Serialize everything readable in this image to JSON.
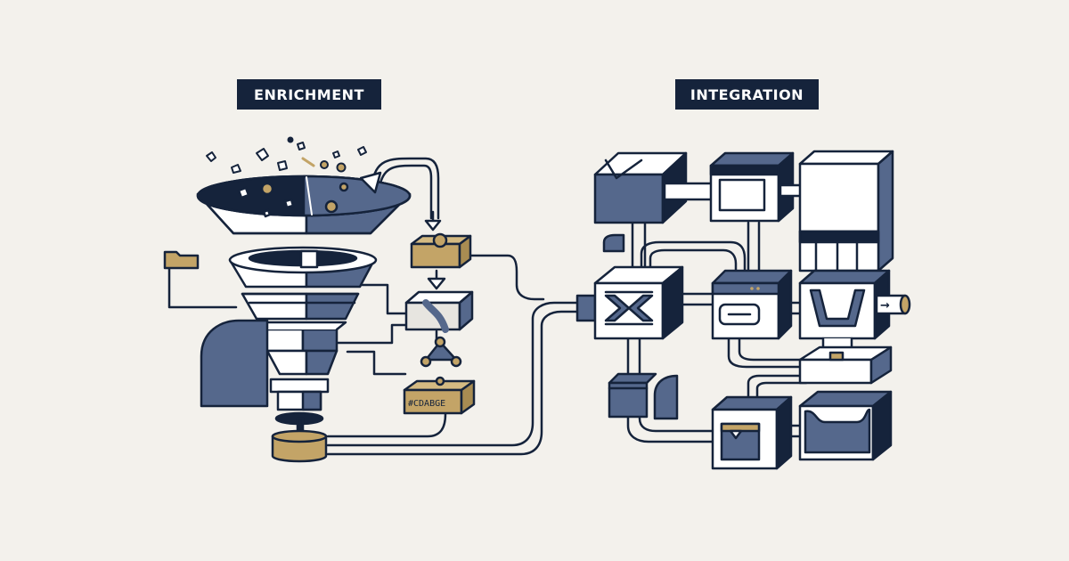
{
  "labels": {
    "enrichment": "ENRICHMENT",
    "integration": "INTEGRATION"
  },
  "annotations": {
    "code_box": "#CDABGE",
    "output_arrow": "→"
  },
  "colors": {
    "background": "#f3f1ec",
    "navy": "#15233b",
    "slate": "#55688c",
    "gold": "#c3a467",
    "white": "#ffffff"
  }
}
